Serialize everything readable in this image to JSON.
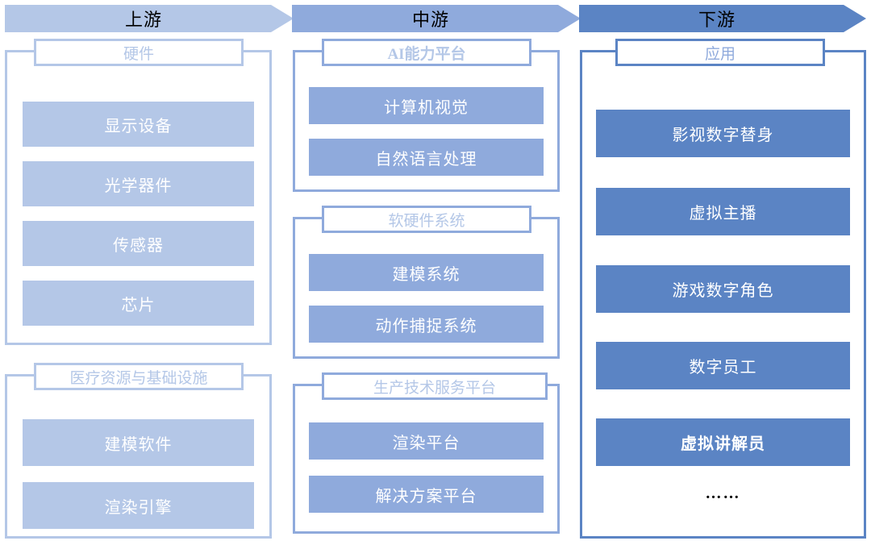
{
  "banners": [
    {
      "label": "上游",
      "color": "#b4c7e7"
    },
    {
      "label": "中游",
      "color": "#8faadc"
    },
    {
      "label": "下游",
      "color": "#5b84c4"
    }
  ],
  "columns": [
    {
      "key": "upstream",
      "banner": "上游",
      "groups": [
        {
          "header": "硬件",
          "items": [
            "显示设备",
            "光学器件",
            "传感器",
            "芯片"
          ]
        },
        {
          "header": "医疗资源与基础设施",
          "items": [
            "建模软件",
            "渲染引擎"
          ]
        }
      ]
    },
    {
      "key": "midstream",
      "banner": "中游",
      "groups": [
        {
          "header": "AI能力平台",
          "items": [
            "计算机视觉",
            "自然语言处理"
          ]
        },
        {
          "header": "软硬件系统",
          "items": [
            "建模系统",
            "动作捕捉系统"
          ]
        },
        {
          "header": "生产技术服务平台",
          "items": [
            "渲染平台",
            "解决方案平台"
          ]
        }
      ]
    },
    {
      "key": "downstream",
      "banner": "下游",
      "groups": [
        {
          "header": "应用",
          "items": [
            "影视数字替身",
            "虚拟主播",
            "游戏数字角色",
            "数字员工",
            "虚拟讲解员"
          ],
          "ellipsis": "……"
        }
      ]
    }
  ]
}
